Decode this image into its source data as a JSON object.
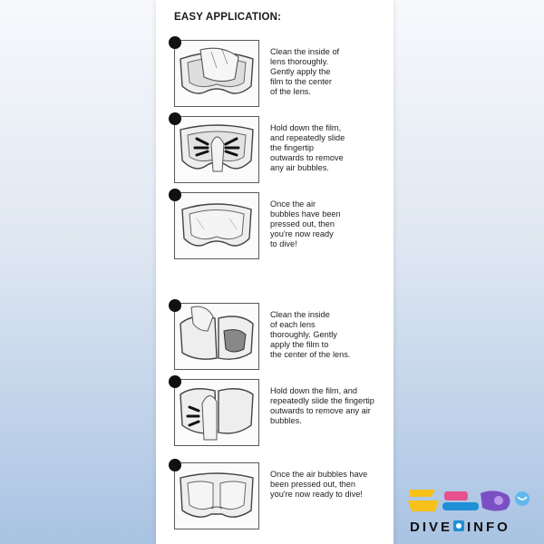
{
  "title": "EASY APPLICATION:",
  "steps": [
    {
      "text": "Clean the inside of\nlens thoroughly.\nGently apply the\nfilm to the center\nof the lens."
    },
    {
      "text": "Hold down the film,\nand repeatedly slide\nthe fingertip\noutwards to remove\nany air bubbles."
    },
    {
      "text": "Once the air\nbubbles have been\npressed out, then\nyou're now ready\nto dive!"
    },
    {
      "text": "Clean the inside\nof each lens\nthoroughly. Gently\napply the film to\nthe center of the lens."
    },
    {
      "text": "Hold down the film, and\nrepeatedly slide the fingertip\noutwards to remove any air\nbubbles."
    },
    {
      "text": "Once the air bubbles have\nbeen pressed out, then\nyou're now ready to dive!"
    }
  ],
  "logo": {
    "word_left": "DIVE",
    "word_right": "INFO",
    "colors": {
      "yellow": "#f6c21a",
      "pink": "#e8508e",
      "blue": "#1f8fd6",
      "purple": "#7a4fc4"
    }
  }
}
